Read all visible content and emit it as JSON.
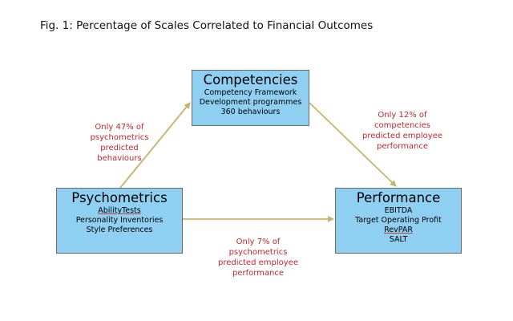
{
  "title": "Fig. 1: Percentage of Scales Correlated to Financial Outcomes",
  "nodes": {
    "competencies": {
      "title": "Competencies",
      "lines": [
        "Competency Framework",
        "Development programmes",
        "360 behaviours"
      ]
    },
    "psychometrics": {
      "title": "Psychometrics",
      "lines": [
        "AbilityTests",
        "Personality Inventories",
        "Style Preferences"
      ]
    },
    "performance": {
      "title": "Performance",
      "lines": [
        "EBITDA",
        "Target Operating Profit",
        "RevPAR",
        "SALT"
      ]
    }
  },
  "notes": {
    "psychometrics_to_competencies": [
      "Only 47% of",
      "psychometrics",
      "predicted",
      "behaviours"
    ],
    "competencies_to_performance": [
      "Only 12% of",
      "competencies",
      "predicted employee",
      "performance"
    ],
    "psychometrics_to_performance": [
      "Only 7% of",
      "psychometrics",
      "predicted employee",
      "performance"
    ]
  },
  "colors": {
    "box_fill": "#8fd0f2",
    "arrow": "#c8b36a",
    "note_text": "#c0262b"
  }
}
